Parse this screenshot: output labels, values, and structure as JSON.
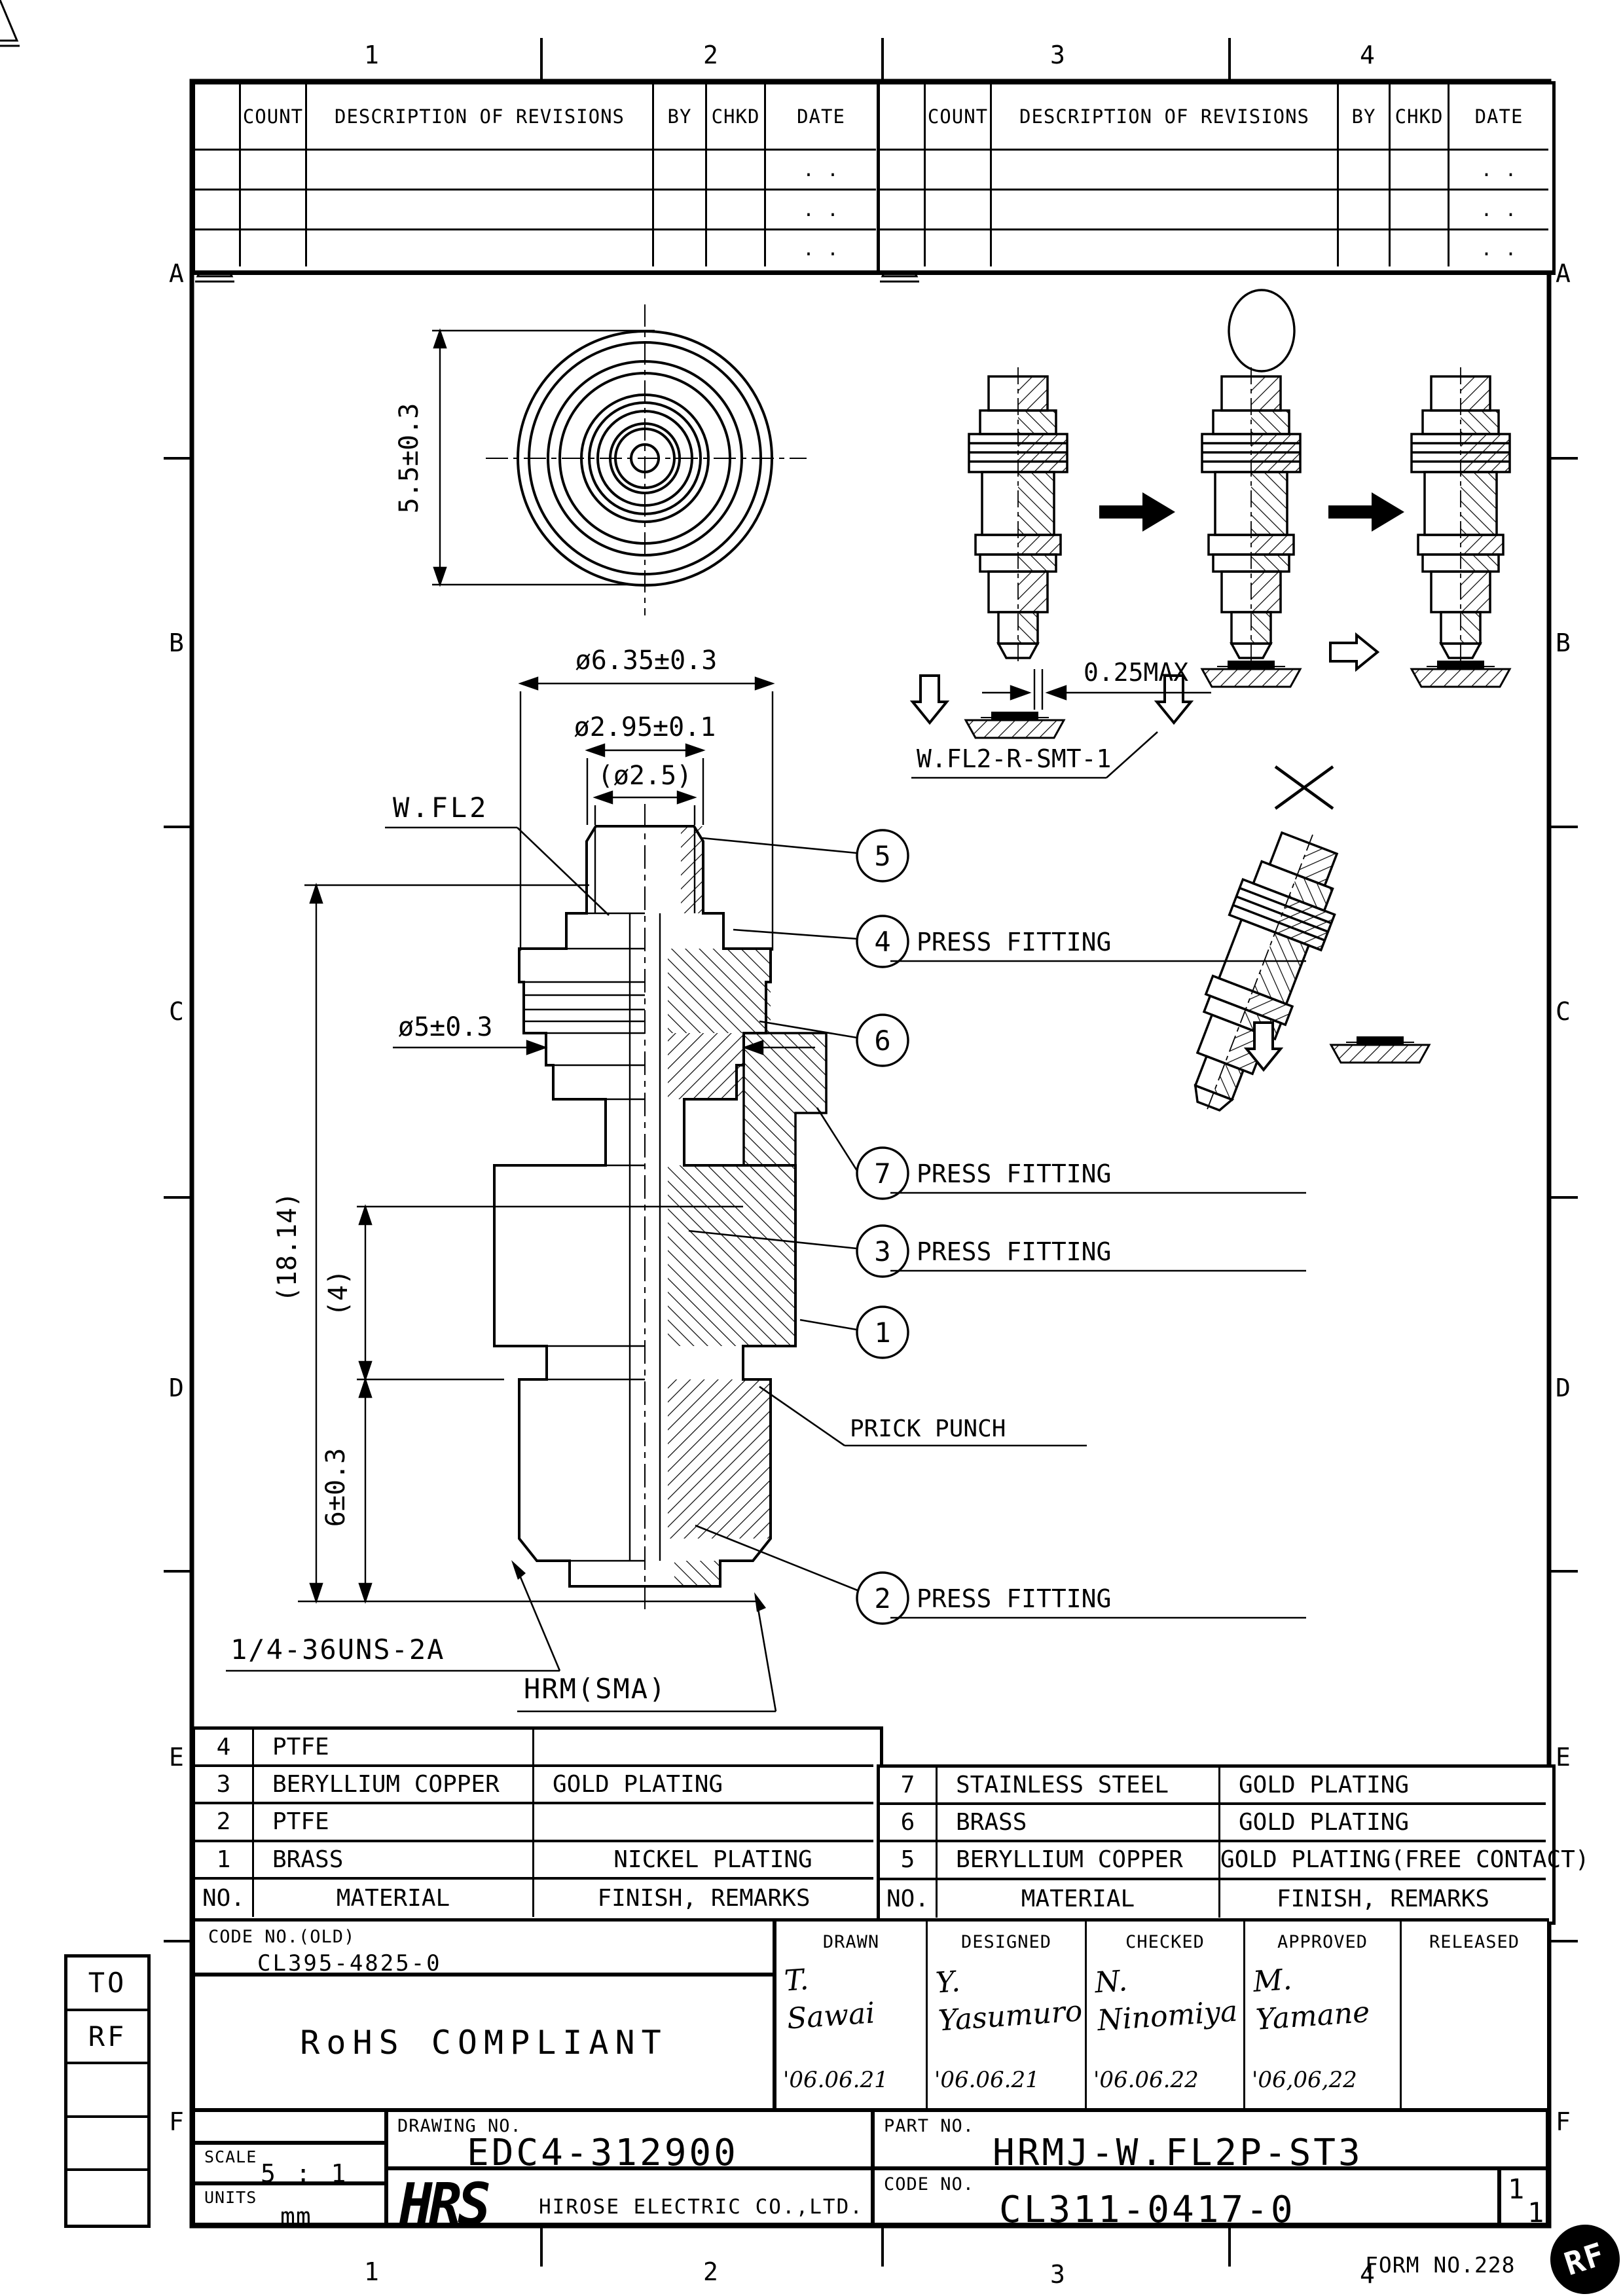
{
  "border": {
    "columns": [
      "1",
      "2",
      "3",
      "4"
    ],
    "rows": [
      "A",
      "B",
      "C",
      "D",
      "E",
      "F"
    ]
  },
  "revision_table": {
    "count": "COUNT",
    "description": "DESCRIPTION OF REVISIONS",
    "by": "BY",
    "chkd": "CHKD",
    "date": "DATE",
    "empty_date": ".    .",
    "marker_icon": "triangle"
  },
  "top_view": {
    "height_dim": "5.5±0.3"
  },
  "section": {
    "dia_flange": "ø6.35±0.3",
    "dia_plug": "ø2.95±0.1",
    "dia_bore": "(ø2.5)",
    "dia_band": "ø5±0.3",
    "len_total": "(18.14)",
    "len_four": "(4)",
    "len_nut": "6±0.3",
    "wfl2": "W.FL2",
    "thread": "1/4-36UNS-2A",
    "interface": "HRM(SMA)",
    "press_fitting": "PRESS FITTING",
    "prick_punch": "PRICK PUNCH",
    "balloons": {
      "b1": "1",
      "b2": "2",
      "b3": "3",
      "b4": "4",
      "b5": "5",
      "b6": "6",
      "b7": "7"
    }
  },
  "assembly": {
    "gap": "0.25MAX",
    "receptacle": "W.FL2-R-SMT-1"
  },
  "parts": {
    "no_h": "NO.",
    "material_h": "MATERIAL",
    "finish_h": "FINISH, REMARKS",
    "left": [
      {
        "no": "4",
        "mat": "PTFE",
        "fin": ""
      },
      {
        "no": "3",
        "mat": "BERYLLIUM COPPER",
        "fin": "GOLD PLATING"
      },
      {
        "no": "2",
        "mat": "PTFE",
        "fin": ""
      },
      {
        "no": "1",
        "mat": "BRASS",
        "fin": "NICKEL PLATING"
      }
    ],
    "right": [
      {
        "no": "7",
        "mat": "STAINLESS STEEL",
        "fin": "GOLD PLATING"
      },
      {
        "no": "6",
        "mat": "BRASS",
        "fin": "GOLD PLATING"
      },
      {
        "no": "5",
        "mat": "BERYLLIUM COPPER",
        "fin": "GOLD PLATING(FREE CONTACT)"
      }
    ]
  },
  "title": {
    "code_old_label": "CODE NO.(OLD)",
    "code_old": "CL395-4825-0",
    "rohs": "RoHS COMPLIANT",
    "drawn_h": "DRAWN",
    "designed_h": "DESIGNED",
    "checked_h": "CHECKED",
    "approved_h": "APPROVED",
    "released_h": "RELEASED",
    "drawn_i": "T.",
    "drawn_n": "Sawai",
    "drawn_d": "'06.06.21",
    "designed_i": "Y.",
    "designed_n": "Yasumuro",
    "designed_d": "'06.06.21",
    "checked_i": "N.",
    "checked_n": "Ninomiya",
    "checked_d": "'06.06.22",
    "approved_i": "M.",
    "approved_n": "Yamane",
    "approved_d": "'06,06,22",
    "scale_label": "SCALE",
    "scale": "5 : 1",
    "units_label": "UNITS",
    "units": "mm",
    "drawing_no_label": "DRAWING NO.",
    "drawing_no": "EDC4-312900",
    "part_no_label": "PART NO.",
    "part_no": "HRMJ-W.FL2P-ST3",
    "code_no_label": "CODE NO.",
    "code_no": "CL311-0417-0",
    "logo": "HRS",
    "company": "HIROSE ELECTRIC CO.,LTD.",
    "sheet_num": "1",
    "sheet_den": "1",
    "form_no": "FORM NO.228",
    "stamp": "RF"
  },
  "side_box": {
    "r1": "TO",
    "r2": "RF"
  }
}
